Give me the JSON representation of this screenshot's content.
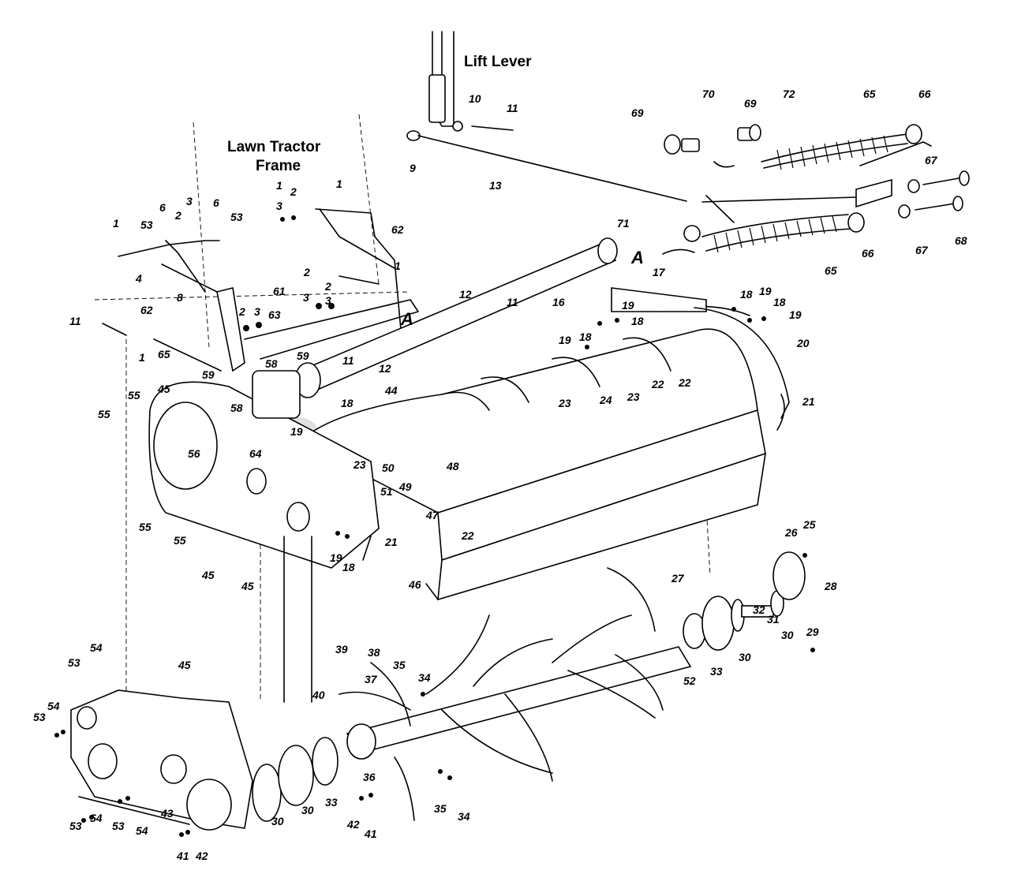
{
  "headings": {
    "lift_lever": "Lift Lever",
    "frame_line1": "Lawn Tractor",
    "frame_line2": "Frame",
    "section_a1": "A",
    "section_a2": "A"
  },
  "watermark": "PartsTree",
  "callouts": [
    "1",
    "2",
    "3",
    "1",
    "53",
    "6",
    "2",
    "3",
    "6",
    "53",
    "4",
    "8",
    "62",
    "11",
    "61",
    "2",
    "3",
    "63",
    "62",
    "1",
    "2",
    "3",
    "3",
    "2",
    "1",
    "12",
    "11",
    "16",
    "17",
    "A",
    "19",
    "18",
    "18",
    "19",
    "18",
    "19",
    "20",
    "21",
    "22",
    "22",
    "23",
    "24",
    "23",
    "18",
    "19",
    "12",
    "11",
    "10",
    "11",
    "9",
    "13",
    "69",
    "70",
    "69",
    "72",
    "65",
    "66",
    "67",
    "68",
    "67",
    "66",
    "65",
    "71",
    "1",
    "65",
    "45",
    "55",
    "55",
    "56",
    "59",
    "58",
    "58",
    "59",
    "64",
    "18",
    "19",
    "44",
    "23",
    "50",
    "49",
    "51",
    "48",
    "47",
    "22",
    "21",
    "19",
    "18",
    "55",
    "55",
    "45",
    "45",
    "46",
    "27",
    "26",
    "25",
    "28",
    "29",
    "30",
    "31",
    "30",
    "32",
    "33",
    "52",
    "38",
    "39",
    "35",
    "34",
    "37",
    "40",
    "36",
    "35",
    "34",
    "41",
    "42",
    "33",
    "30",
    "30",
    "53",
    "54",
    "45",
    "53",
    "54",
    "53",
    "54",
    "53",
    "54",
    "43",
    "41",
    "42"
  ]
}
